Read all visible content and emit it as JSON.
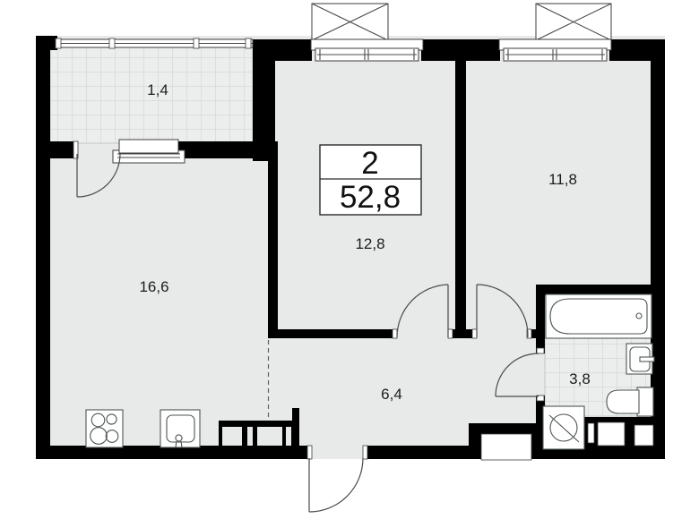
{
  "plan": {
    "type": "apartment-floor-plan",
    "title_box": {
      "rooms_count": "2",
      "total_area": "52,8"
    },
    "rooms": [
      {
        "id": "balcony",
        "label": "1,4"
      },
      {
        "id": "living-kitchen",
        "label": "16,6"
      },
      {
        "id": "bedroom-1",
        "label": "12,8"
      },
      {
        "id": "bedroom-2",
        "label": "11,8"
      },
      {
        "id": "hallway",
        "label": "6,4"
      },
      {
        "id": "bathroom",
        "label": "3,8"
      }
    ],
    "fixtures": [
      "stove",
      "kitchen-sink",
      "kitchen-cabinet",
      "bathtub",
      "wash-basin",
      "toilet",
      "washing-machine"
    ],
    "colors": {
      "wall": "#000000",
      "floor": "#e7eae9",
      "tile_floor": "#eceeed",
      "tile_line": "#c9cecd",
      "line": "#4a4a4a",
      "background": "#ffffff",
      "text": "#1c1c1c"
    }
  }
}
